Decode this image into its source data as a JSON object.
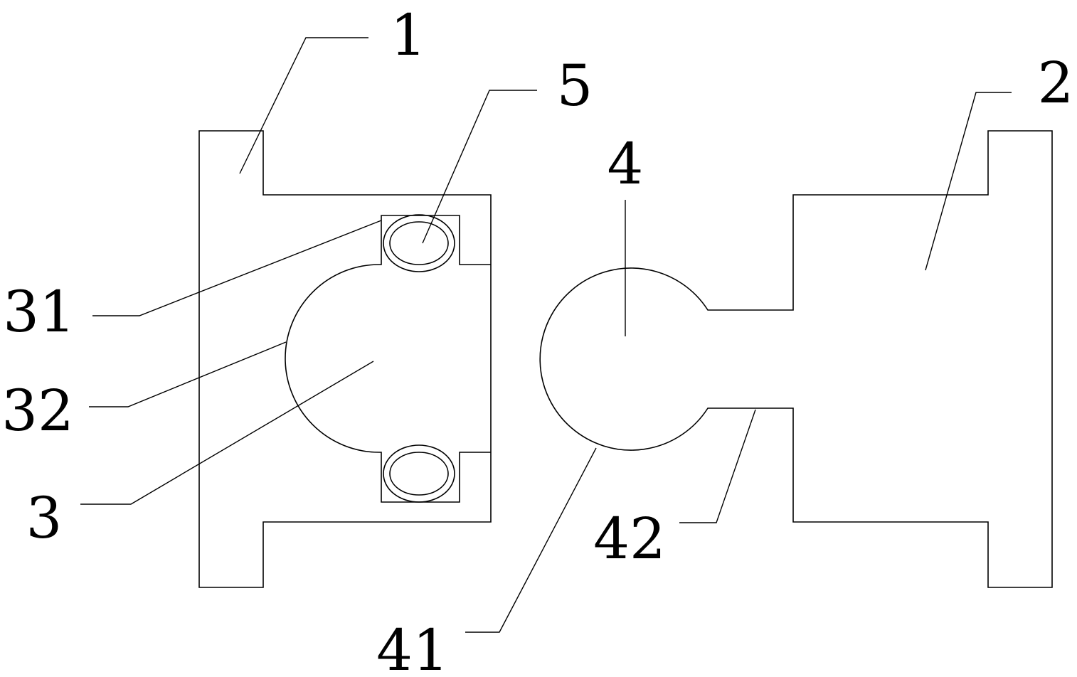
{
  "labels": {
    "part_1": "1",
    "part_2": "2",
    "part_3": "3",
    "part_4": "4",
    "part_5": "5",
    "part_31": "31",
    "part_32": "32",
    "part_41": "41",
    "part_42": "42"
  },
  "colors": {
    "line": "#000000",
    "background": "#ffffff"
  }
}
